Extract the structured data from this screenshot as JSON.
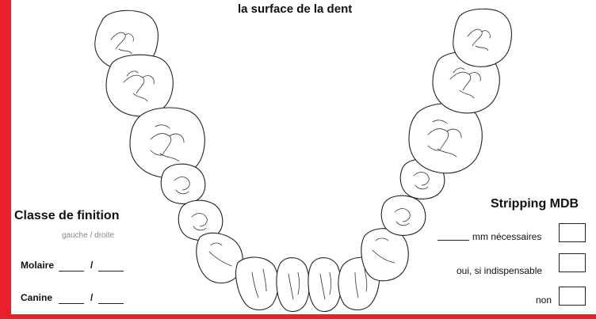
{
  "header": {
    "title": "la surface de la dent"
  },
  "classe": {
    "title": "Classe de finition",
    "subtitle": "gauche / droite",
    "rows": [
      {
        "label": "Molaire",
        "sep": "/"
      },
      {
        "label": "Canine",
        "sep": "/"
      }
    ]
  },
  "stripping": {
    "title": "Stripping MDB",
    "options": [
      {
        "label": "mm nécessaires"
      },
      {
        "label": "oui, si indispensable"
      },
      {
        "label": "non"
      }
    ]
  },
  "colors": {
    "accent": "#e8202a"
  }
}
